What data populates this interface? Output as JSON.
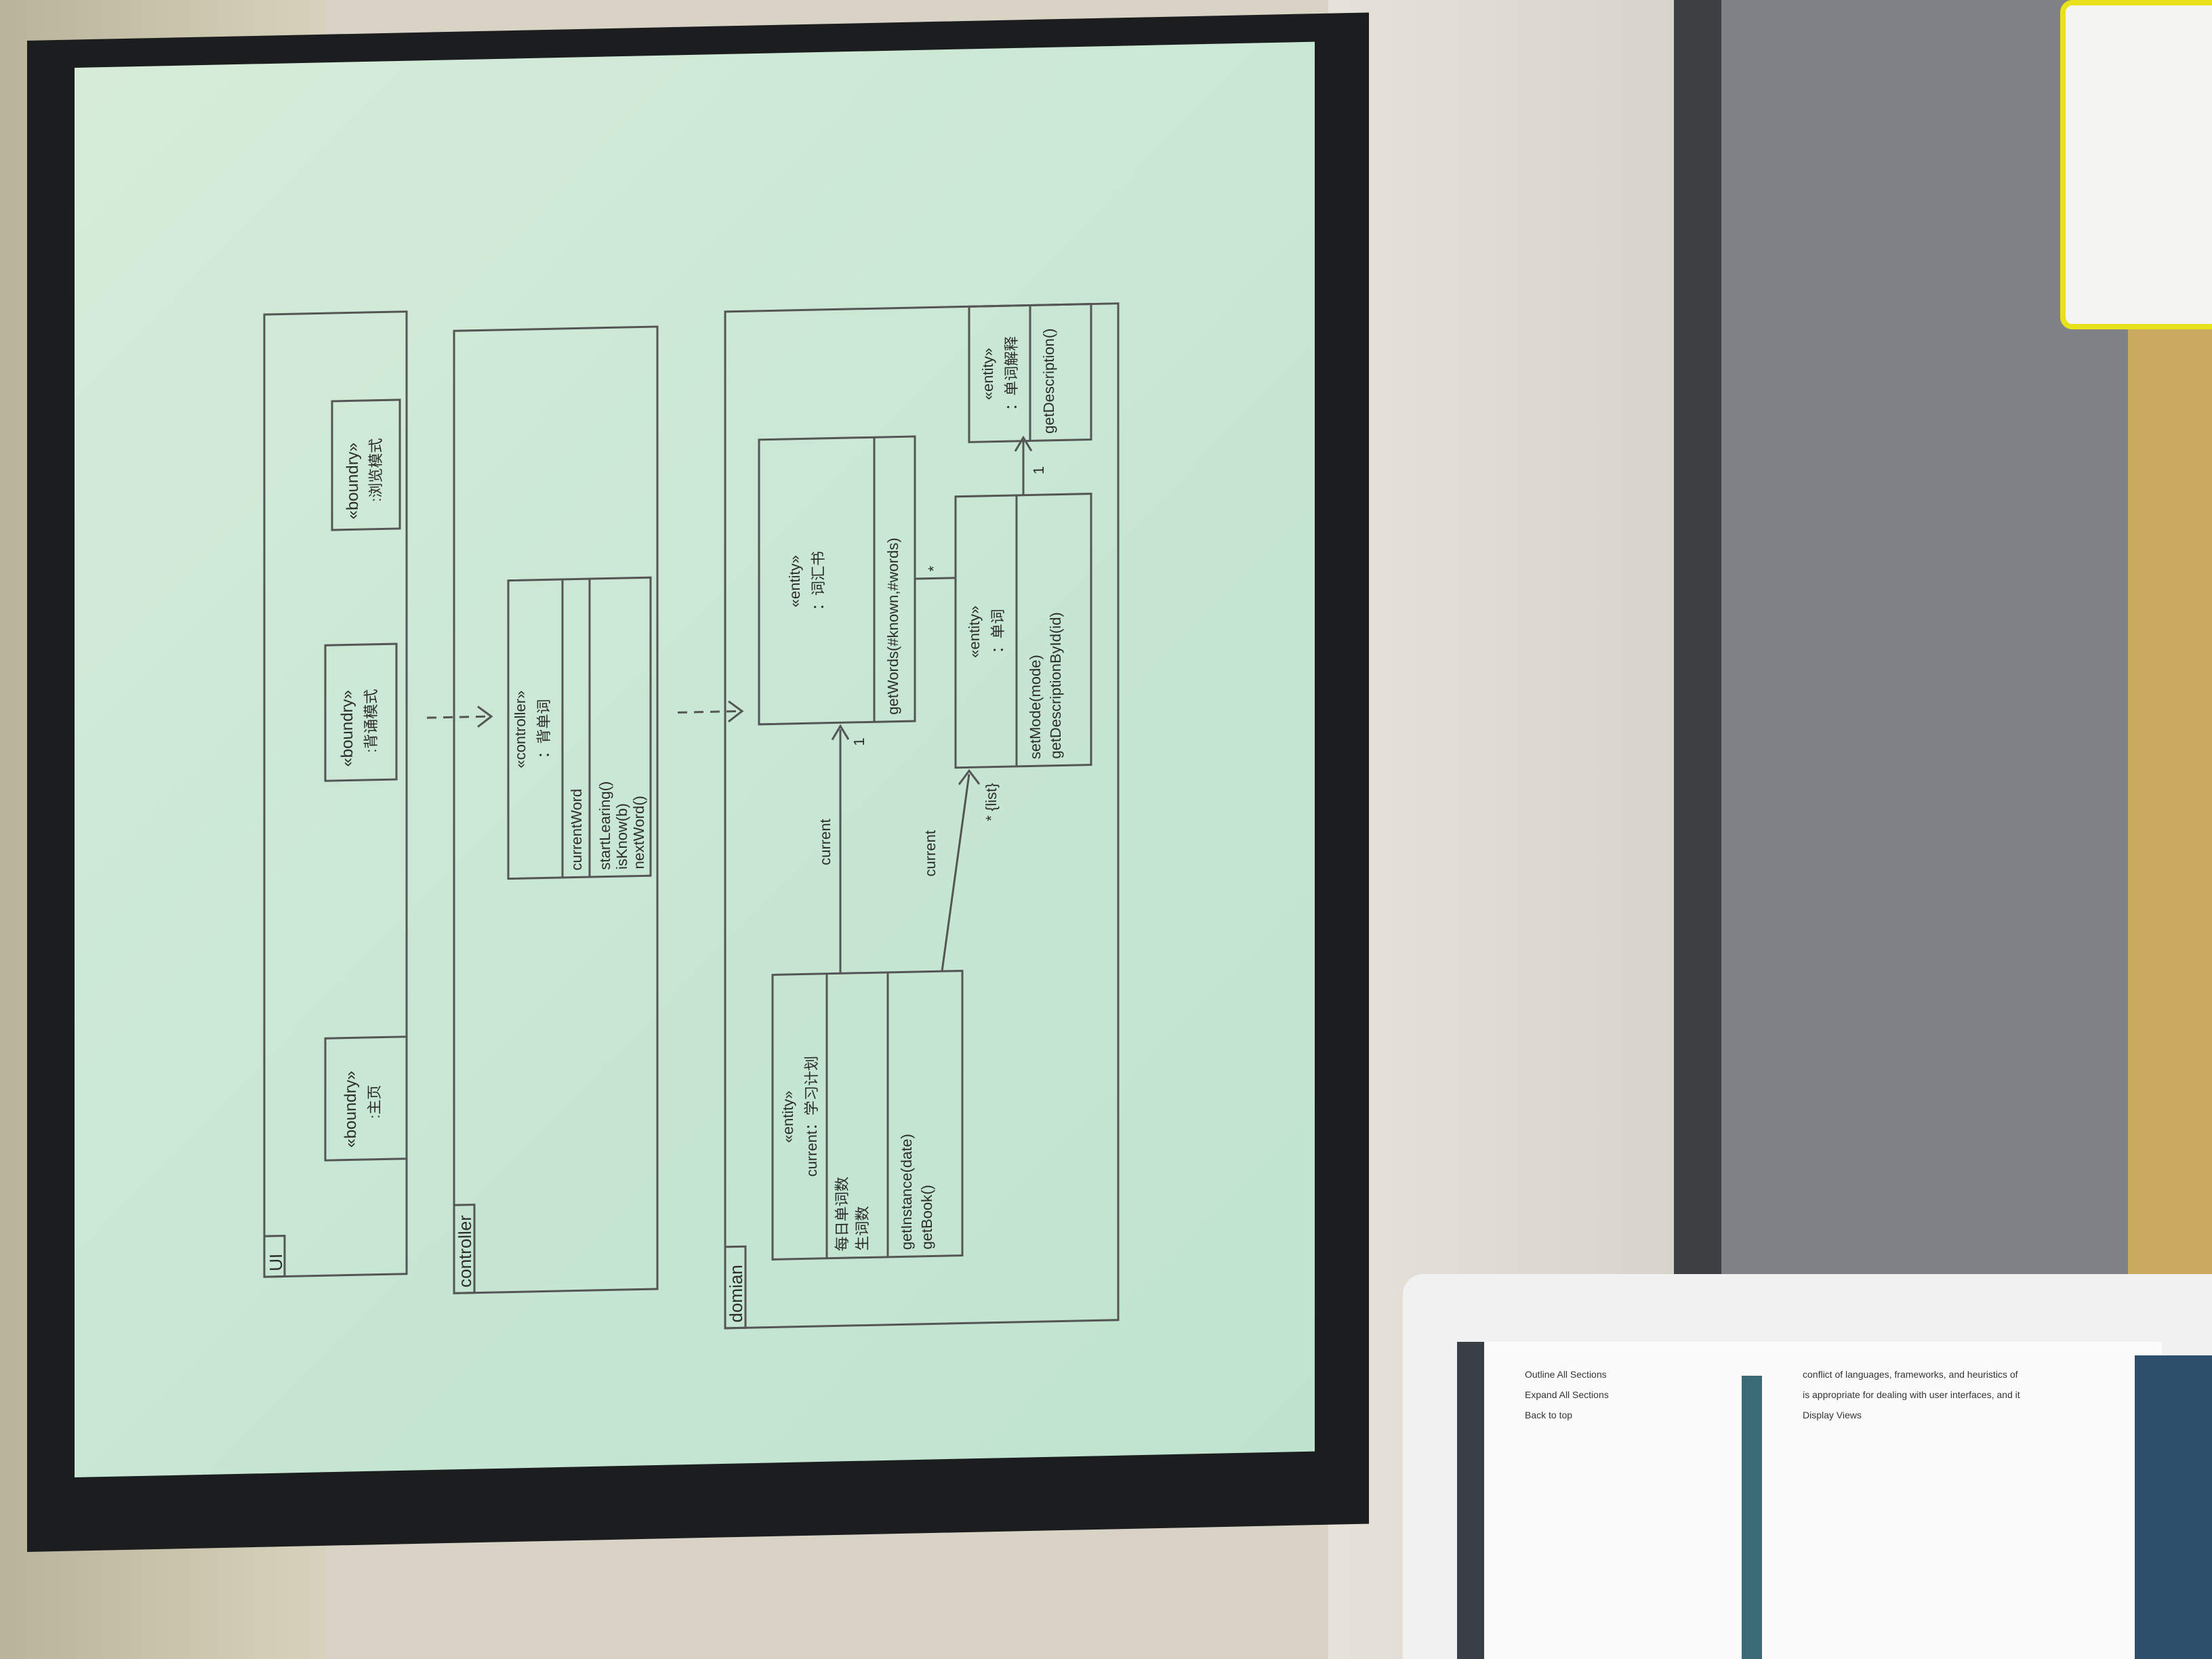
{
  "packages": [
    {
      "name": "UI"
    },
    {
      "name": "controller"
    },
    {
      "name": "domian"
    }
  ],
  "ui_classes": [
    {
      "stereotype": "«boundry»",
      "name": ":主页"
    },
    {
      "stereotype": "«boundry»",
      "name": ":背诵模式"
    },
    {
      "stereotype": "«boundry»",
      "name": ":浏览模式"
    }
  ],
  "controller_class": {
    "stereotype": "«controller»",
    "name": "：背单词",
    "attributes": [
      "currentWord"
    ],
    "methods": [
      "startLearing()",
      "isKnow(b)",
      "nextWord()"
    ]
  },
  "plan_class": {
    "stereotype": "«entity»",
    "name": "current：学习计划",
    "attributes": [
      "每日单词数",
      "生词数"
    ],
    "methods": [
      "getInstance(date)",
      "getBook()"
    ]
  },
  "book_class": {
    "stereotype": "«entity»",
    "name": "：词汇书",
    "methods": [
      "getWords(#known,#words)"
    ]
  },
  "word_class": {
    "stereotype": "«entity»",
    "name": "：单词",
    "methods": [
      "setMode(mode)",
      "getDescriptionById(id)"
    ]
  },
  "desc_class": {
    "stereotype": "«entity»",
    "name": "：单词解释",
    "methods": [
      "getDescription()"
    ]
  },
  "associations": {
    "plan_to_book_role": "current",
    "plan_to_book_mult": "1",
    "plan_to_word_role": "current",
    "plan_to_word_mult": "* {list}",
    "book_to_word_mult": "*",
    "word_to_desc_mult": "1"
  },
  "laptop": {
    "tab1": "Outline All Sections",
    "tab2": "Expand All Sections",
    "link": "Back to top",
    "line1": "conflict of languages, frameworks, and heuristics of",
    "line2": "is appropriate for dealing with user interfaces, and it",
    "line3": "Display Views"
  }
}
